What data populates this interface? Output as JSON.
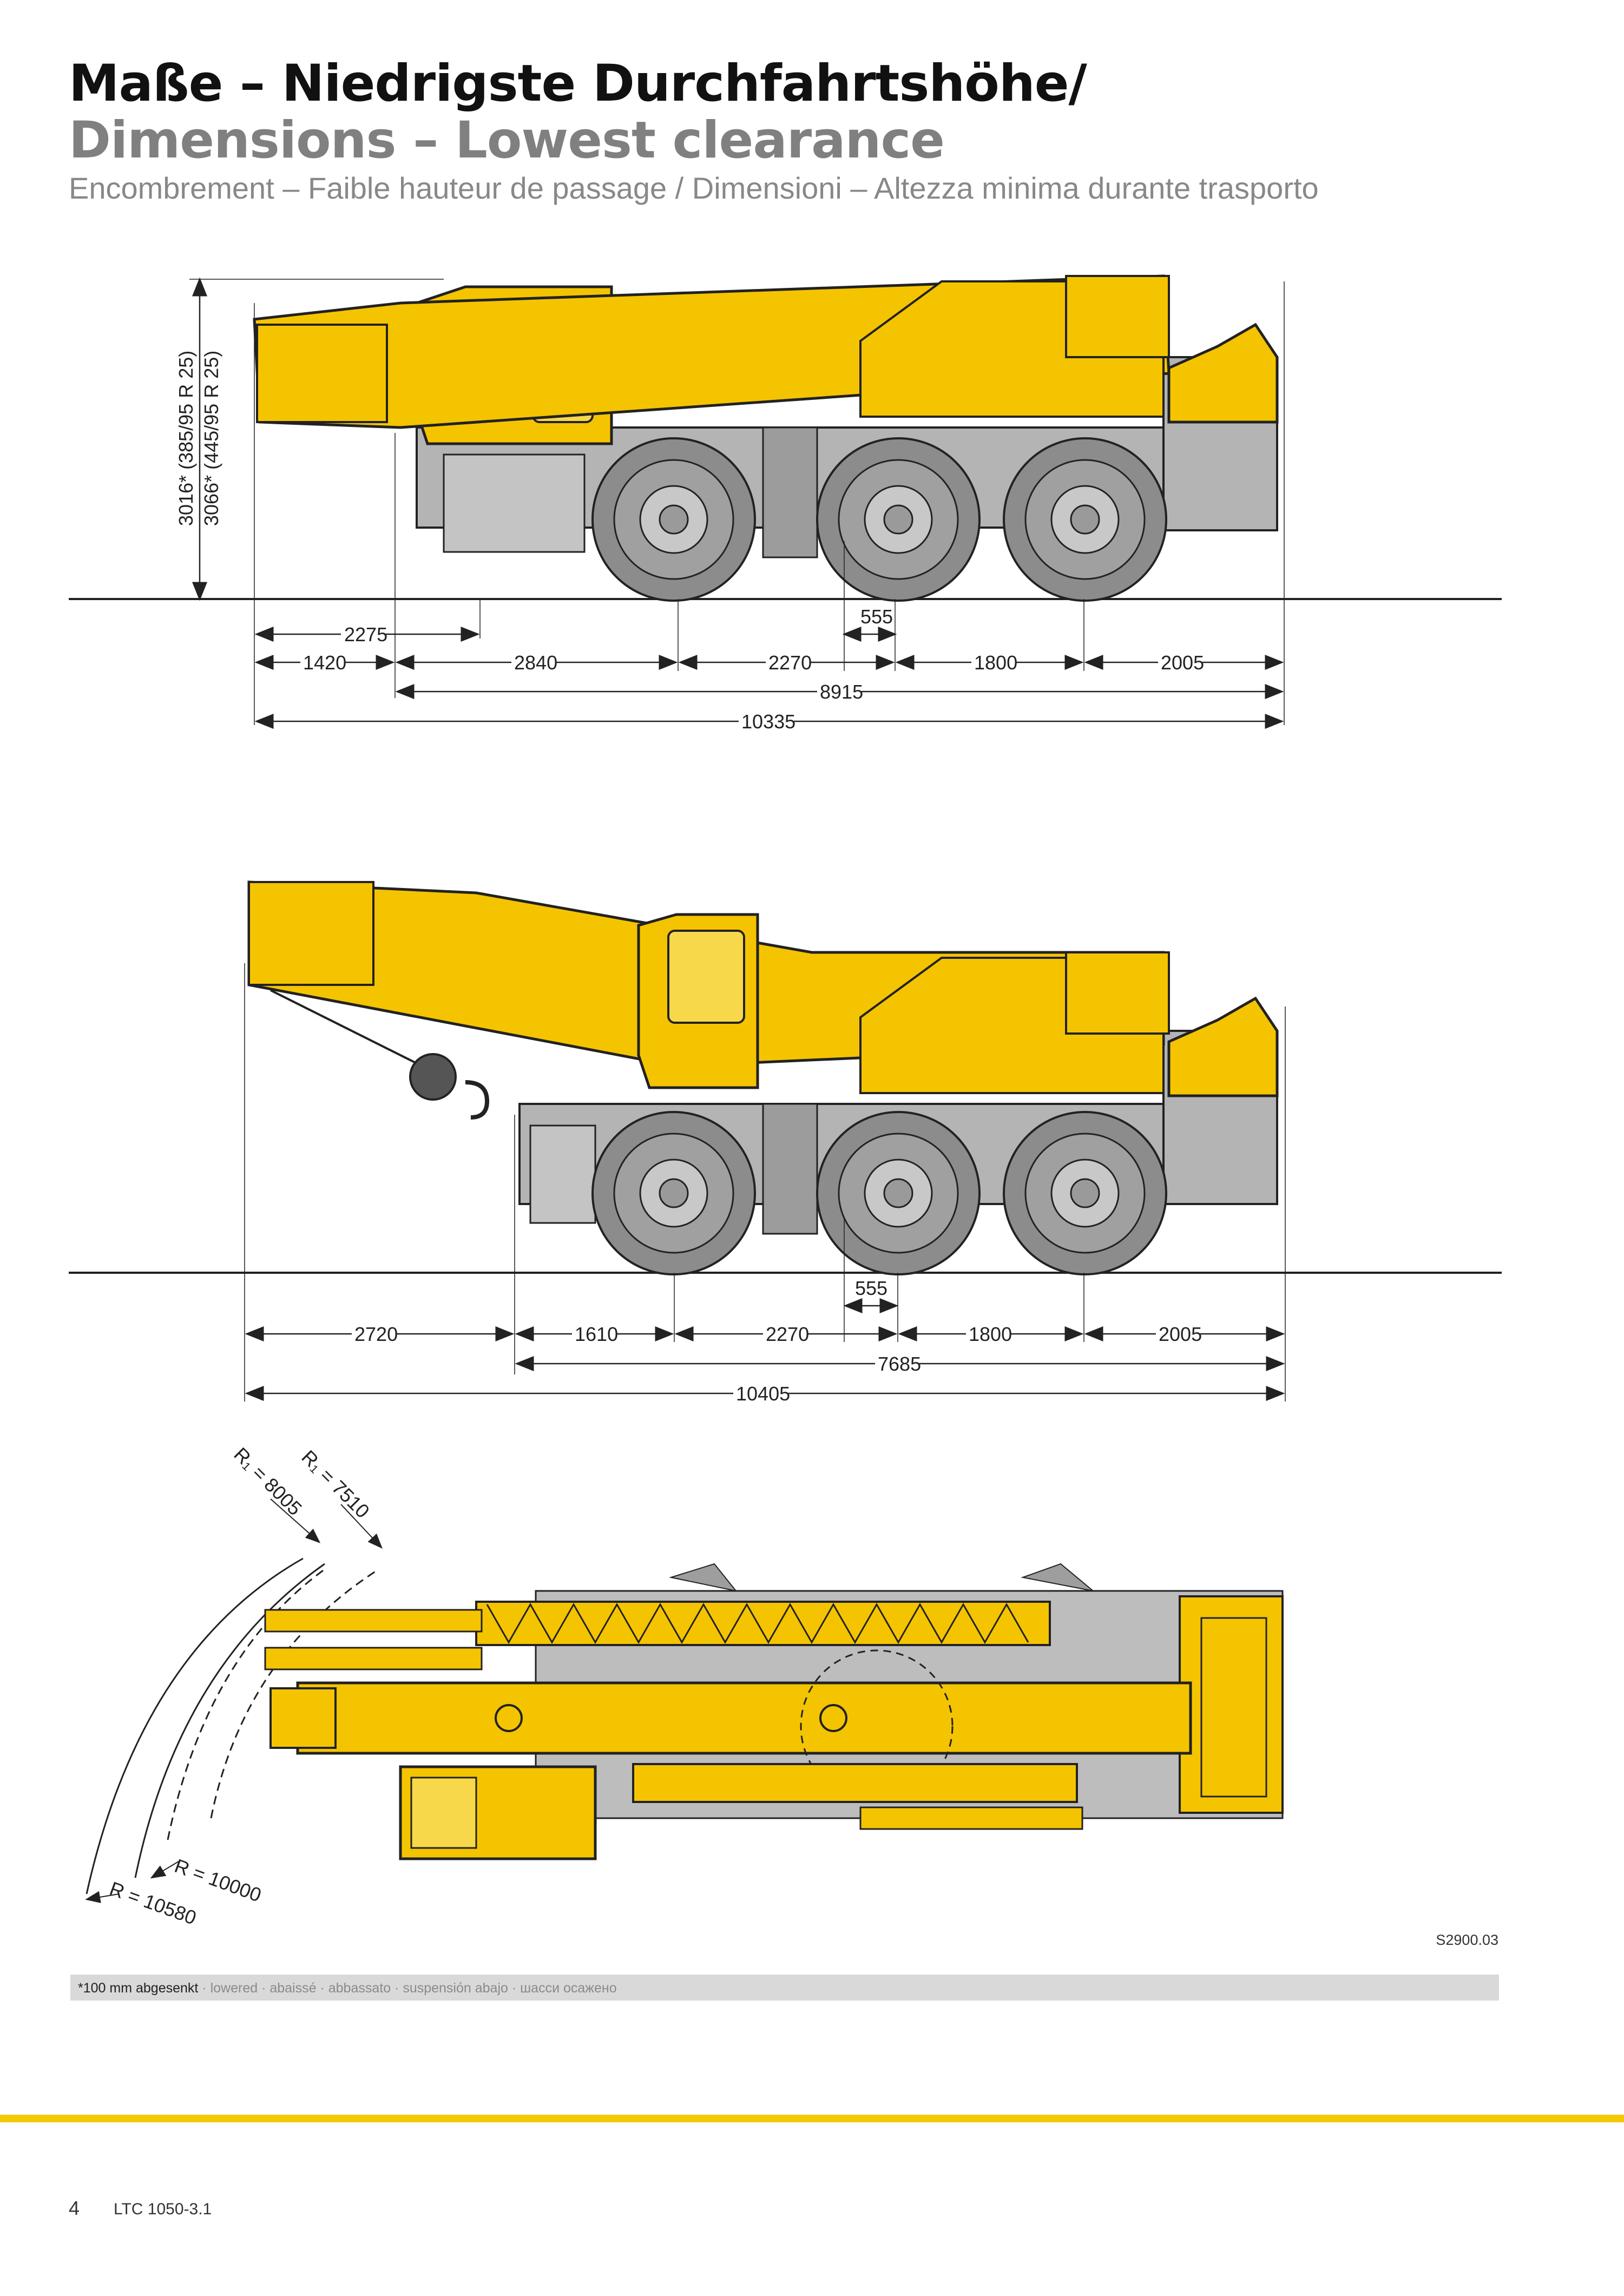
{
  "header": {
    "title_de": "Maße – Niedrigste Durchfahrtshöhe/",
    "title_en": "Dimensions – Lowest clearance",
    "subtitle": "Encombrement – Faible hauteur de passage / Dimensioni – Altezza minima durante trasporto"
  },
  "view1": {
    "height_labels": [
      "3016* (385/95 R 25)",
      "3066* (445/95 R 25)"
    ],
    "dims": {
      "d2275": "2275",
      "d555": "555",
      "d1420": "1420",
      "d2840": "2840",
      "d2270": "2270",
      "d1800": "1800",
      "d2005": "2005",
      "d8915": "8915",
      "d10335": "10335"
    }
  },
  "view2": {
    "dims": {
      "d555": "555",
      "d2720": "2720",
      "d1610": "1610",
      "d2270": "2270",
      "d1800": "1800",
      "d2005": "2005",
      "d7685": "7685",
      "d10405": "10405"
    }
  },
  "view3": {
    "radii": {
      "r1_8005": "R₁ = 8005",
      "r1_7510": "R₁ = 7510",
      "r_10000": "R = 10000",
      "r_10580": "R = 10580"
    }
  },
  "drawing_code": "S2900.03",
  "footnote": {
    "lead": "*100 mm abgesenkt",
    "rest": " · lowered · abaissé · abbassato · suspensión abajo · шасси осажено"
  },
  "footer": {
    "page_number": "4",
    "model": "LTC 1050-3.1"
  },
  "colors": {
    "crane_yellow": "#f5c400",
    "chassis_grey": "#b4b4b4",
    "tire_grey": "#8c8c8c",
    "rule_yellow": "#f5c800"
  }
}
